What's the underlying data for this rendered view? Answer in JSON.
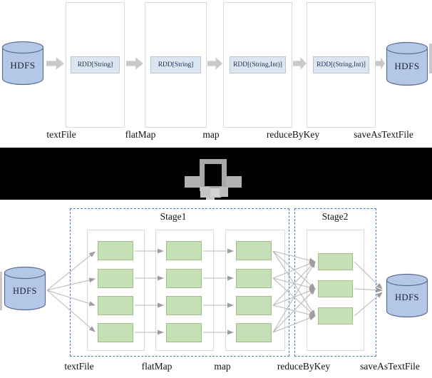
{
  "colors": {
    "hdfs_fill": "#b4c7e7",
    "hdfs_stroke": "#5e6e92",
    "rdd_box_fill": "#dce6f1",
    "rdd_box_border": "#b6c6dd",
    "outer_box_border": "#d9d9d9",
    "block_arrow_gray": "#c9c9c9",
    "stage_dashed_border": "#4f7bbf",
    "partition_fill": "#c5e0b4",
    "partition_border": "#a3bd8c",
    "thin_arrow_gray": "#b9b9b9",
    "divider_background": "#000000",
    "placeholder_icon_gray": "#a8a8a8"
  },
  "top_pipeline": {
    "hdfs_left_label": "HDFS",
    "hdfs_right_label": "HDFS",
    "rdd_boxes": [
      "RDD[String]",
      "RDD[String]",
      "RDD[(String,Int)]",
      "RDD[(String,Int)]"
    ],
    "operation_labels": [
      "textFile",
      "flatMap",
      "map",
      "reduceByKey",
      "saveAsTextFile"
    ]
  },
  "divider": {
    "icon": "broken-image-placeholder-icon"
  },
  "bottom_pipeline": {
    "hdfs_left_label": "HDFS",
    "hdfs_right_label": "HDFS",
    "stage1_label": "Stage1",
    "stage2_label": "Stage2",
    "stage1_columns": 3,
    "stage1_partitions_per_column": 4,
    "stage2_partitions": 3,
    "operation_labels": [
      "textFile",
      "flatMap",
      "map",
      "reduceByKey",
      "saveAsTextFile"
    ]
  }
}
